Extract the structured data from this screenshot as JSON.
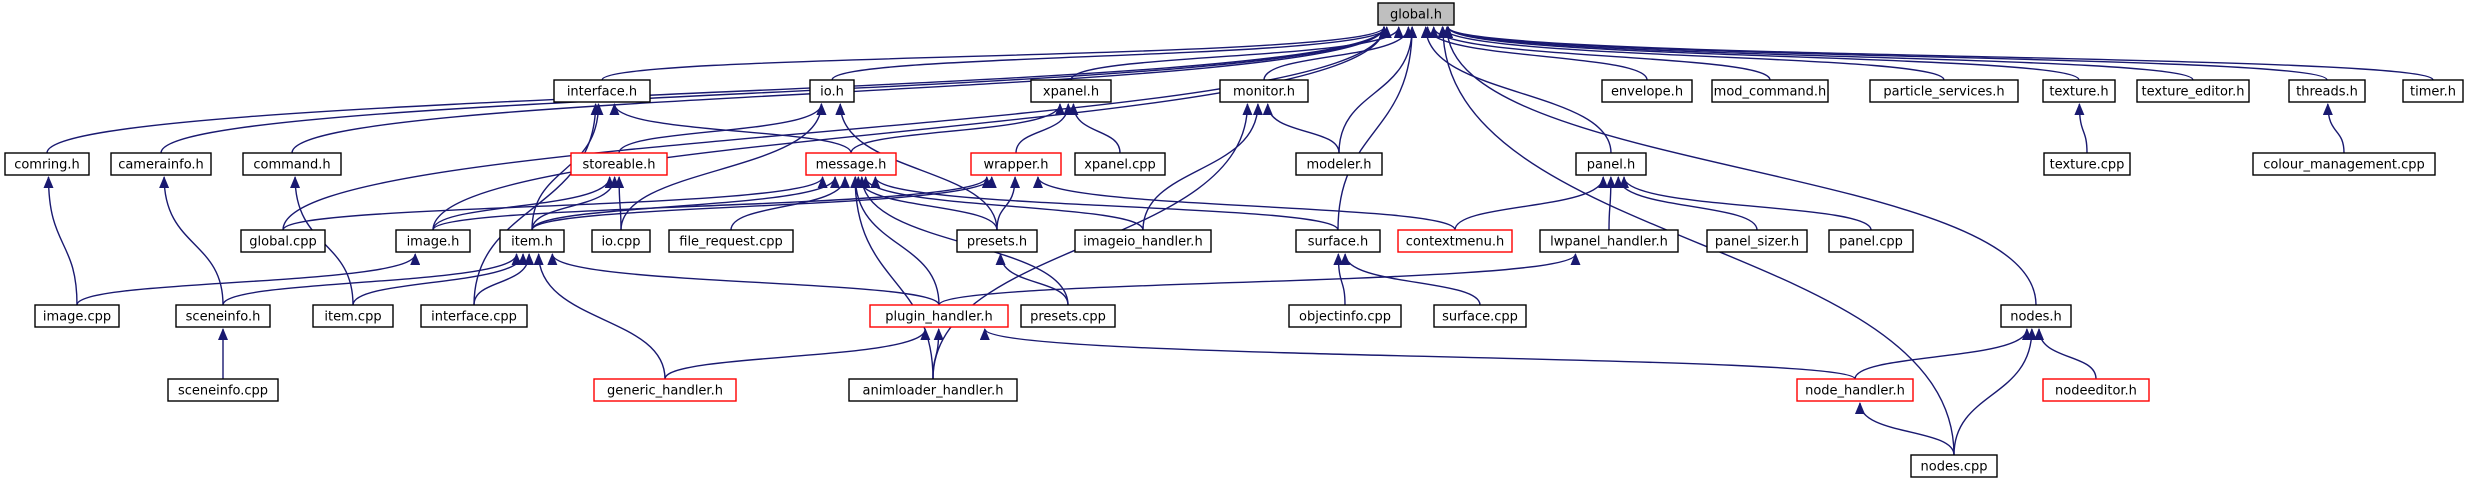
{
  "colors": {
    "edge": "#191970",
    "node_border": "#000000",
    "node_border_incomplete": "#ff0000",
    "root_fill": "#bfbfbf"
  },
  "nodes": [
    {
      "id": "global_h",
      "label": "global.h",
      "root": true
    },
    {
      "id": "interface_h",
      "label": "interface.h"
    },
    {
      "id": "io_h",
      "label": "io.h"
    },
    {
      "id": "xpanel_h",
      "label": "xpanel.h"
    },
    {
      "id": "monitor_h",
      "label": "monitor.h"
    },
    {
      "id": "envelope_h",
      "label": "envelope.h"
    },
    {
      "id": "mod_command_h",
      "label": "mod_command.h"
    },
    {
      "id": "particle_services_h",
      "label": "particle_services.h"
    },
    {
      "id": "texture_h",
      "label": "texture.h"
    },
    {
      "id": "texture_editor_h",
      "label": "texture_editor.h"
    },
    {
      "id": "threads_h",
      "label": "threads.h"
    },
    {
      "id": "timer_h",
      "label": "timer.h"
    },
    {
      "id": "comring_h",
      "label": "comring.h"
    },
    {
      "id": "camerainfo_h",
      "label": "camerainfo.h"
    },
    {
      "id": "command_h",
      "label": "command.h"
    },
    {
      "id": "storeable_h",
      "label": "storeable.h",
      "red": true
    },
    {
      "id": "message_h",
      "label": "message.h",
      "red": true
    },
    {
      "id": "wrapper_h",
      "label": "wrapper.h",
      "red": true
    },
    {
      "id": "xpanel_cpp",
      "label": "xpanel.cpp"
    },
    {
      "id": "modeler_h",
      "label": "modeler.h"
    },
    {
      "id": "panel_h",
      "label": "panel.h"
    },
    {
      "id": "texture_cpp",
      "label": "texture.cpp"
    },
    {
      "id": "colour_management_cpp",
      "label": "colour_management.cpp"
    },
    {
      "id": "global_cpp",
      "label": "global.cpp"
    },
    {
      "id": "image_h",
      "label": "image.h"
    },
    {
      "id": "item_h",
      "label": "item.h"
    },
    {
      "id": "io_cpp",
      "label": "io.cpp"
    },
    {
      "id": "file_request_cpp",
      "label": "file_request.cpp"
    },
    {
      "id": "presets_h",
      "label": "presets.h"
    },
    {
      "id": "imageio_handler_h",
      "label": "imageio_handler.h"
    },
    {
      "id": "surface_h",
      "label": "surface.h"
    },
    {
      "id": "contextmenu_h",
      "label": "contextmenu.h",
      "red": true
    },
    {
      "id": "lwpanel_handler_h",
      "label": "lwpanel_handler.h"
    },
    {
      "id": "panel_sizer_h",
      "label": "panel_sizer.h"
    },
    {
      "id": "panel_cpp",
      "label": "panel.cpp"
    },
    {
      "id": "image_cpp",
      "label": "image.cpp"
    },
    {
      "id": "sceneinfo_h",
      "label": "sceneinfo.h"
    },
    {
      "id": "item_cpp",
      "label": "item.cpp"
    },
    {
      "id": "interface_cpp",
      "label": "interface.cpp"
    },
    {
      "id": "plugin_handler_h",
      "label": "plugin_handler.h",
      "red": true
    },
    {
      "id": "presets_cpp",
      "label": "presets.cpp"
    },
    {
      "id": "objectinfo_cpp",
      "label": "objectinfo.cpp"
    },
    {
      "id": "surface_cpp",
      "label": "surface.cpp"
    },
    {
      "id": "nodes_h",
      "label": "nodes.h"
    },
    {
      "id": "sceneinfo_cpp",
      "label": "sceneinfo.cpp"
    },
    {
      "id": "generic_handler_h",
      "label": "generic_handler.h",
      "red": true
    },
    {
      "id": "animloader_handler_h",
      "label": "animloader_handler.h"
    },
    {
      "id": "node_handler_h",
      "label": "node_handler.h",
      "red": true
    },
    {
      "id": "nodeeditor_h",
      "label": "nodeeditor.h",
      "red": true
    },
    {
      "id": "nodes_cpp",
      "label": "nodes.cpp"
    }
  ],
  "edges": [
    [
      "interface_h",
      "global_h"
    ],
    [
      "io_h",
      "global_h"
    ],
    [
      "xpanel_h",
      "global_h"
    ],
    [
      "monitor_h",
      "global_h"
    ],
    [
      "envelope_h",
      "global_h"
    ],
    [
      "mod_command_h",
      "global_h"
    ],
    [
      "particle_services_h",
      "global_h"
    ],
    [
      "texture_h",
      "global_h"
    ],
    [
      "texture_editor_h",
      "global_h"
    ],
    [
      "threads_h",
      "global_h"
    ],
    [
      "timer_h",
      "global_h"
    ],
    [
      "comring_h",
      "global_h"
    ],
    [
      "camerainfo_h",
      "global_h"
    ],
    [
      "command_h",
      "global_h"
    ],
    [
      "modeler_h",
      "global_h"
    ],
    [
      "panel_h",
      "global_h"
    ],
    [
      "global_cpp",
      "global_h"
    ],
    [
      "image_h",
      "global_h"
    ],
    [
      "surface_h",
      "global_h"
    ],
    [
      "nodes_h",
      "global_h"
    ],
    [
      "nodes_cpp",
      "global_h"
    ],
    [
      "message_h",
      "interface_h"
    ],
    [
      "item_h",
      "interface_h"
    ],
    [
      "interface_cpp",
      "interface_h"
    ],
    [
      "storeable_h",
      "io_h"
    ],
    [
      "io_cpp",
      "io_h"
    ],
    [
      "presets_h",
      "io_h"
    ],
    [
      "message_h",
      "xpanel_h"
    ],
    [
      "wrapper_h",
      "xpanel_h"
    ],
    [
      "xpanel_cpp",
      "xpanel_h"
    ],
    [
      "modeler_h",
      "monitor_h"
    ],
    [
      "imageio_handler_h",
      "monitor_h"
    ],
    [
      "animloader_handler_h",
      "monitor_h"
    ],
    [
      "texture_cpp",
      "texture_h"
    ],
    [
      "colour_management_cpp",
      "threads_h"
    ],
    [
      "image_cpp",
      "comring_h"
    ],
    [
      "sceneinfo_h",
      "camerainfo_h"
    ],
    [
      "item_cpp",
      "command_h"
    ],
    [
      "image_h",
      "storeable_h"
    ],
    [
      "item_h",
      "storeable_h"
    ],
    [
      "io_cpp",
      "storeable_h"
    ],
    [
      "global_cpp",
      "message_h"
    ],
    [
      "item_h",
      "message_h"
    ],
    [
      "file_request_cpp",
      "message_h"
    ],
    [
      "presets_h",
      "message_h"
    ],
    [
      "imageio_handler_h",
      "message_h"
    ],
    [
      "plugin_handler_h",
      "message_h"
    ],
    [
      "presets_cpp",
      "message_h"
    ],
    [
      "animloader_handler_h",
      "message_h"
    ],
    [
      "surface_h",
      "message_h"
    ],
    [
      "image_h",
      "wrapper_h"
    ],
    [
      "item_h",
      "wrapper_h"
    ],
    [
      "presets_h",
      "wrapper_h"
    ],
    [
      "contextmenu_h",
      "wrapper_h"
    ],
    [
      "contextmenu_h",
      "panel_h"
    ],
    [
      "lwpanel_handler_h",
      "panel_h"
    ],
    [
      "panel_sizer_h",
      "panel_h"
    ],
    [
      "panel_cpp",
      "panel_h"
    ],
    [
      "image_cpp",
      "image_h"
    ],
    [
      "sceneinfo_h",
      "item_h"
    ],
    [
      "item_cpp",
      "item_h"
    ],
    [
      "interface_cpp",
      "item_h"
    ],
    [
      "plugin_handler_h",
      "item_h"
    ],
    [
      "generic_handler_h",
      "item_h"
    ],
    [
      "presets_cpp",
      "presets_h"
    ],
    [
      "objectinfo_cpp",
      "surface_h"
    ],
    [
      "surface_cpp",
      "surface_h"
    ],
    [
      "plugin_handler_h",
      "lwpanel_handler_h"
    ],
    [
      "sceneinfo_cpp",
      "sceneinfo_h"
    ],
    [
      "generic_handler_h",
      "plugin_handler_h"
    ],
    [
      "animloader_handler_h",
      "plugin_handler_h"
    ],
    [
      "node_handler_h",
      "plugin_handler_h"
    ],
    [
      "node_handler_h",
      "nodes_h"
    ],
    [
      "nodeeditor_h",
      "nodes_h"
    ],
    [
      "nodes_cpp",
      "nodes_h"
    ],
    [
      "nodes_cpp",
      "node_handler_h"
    ]
  ]
}
